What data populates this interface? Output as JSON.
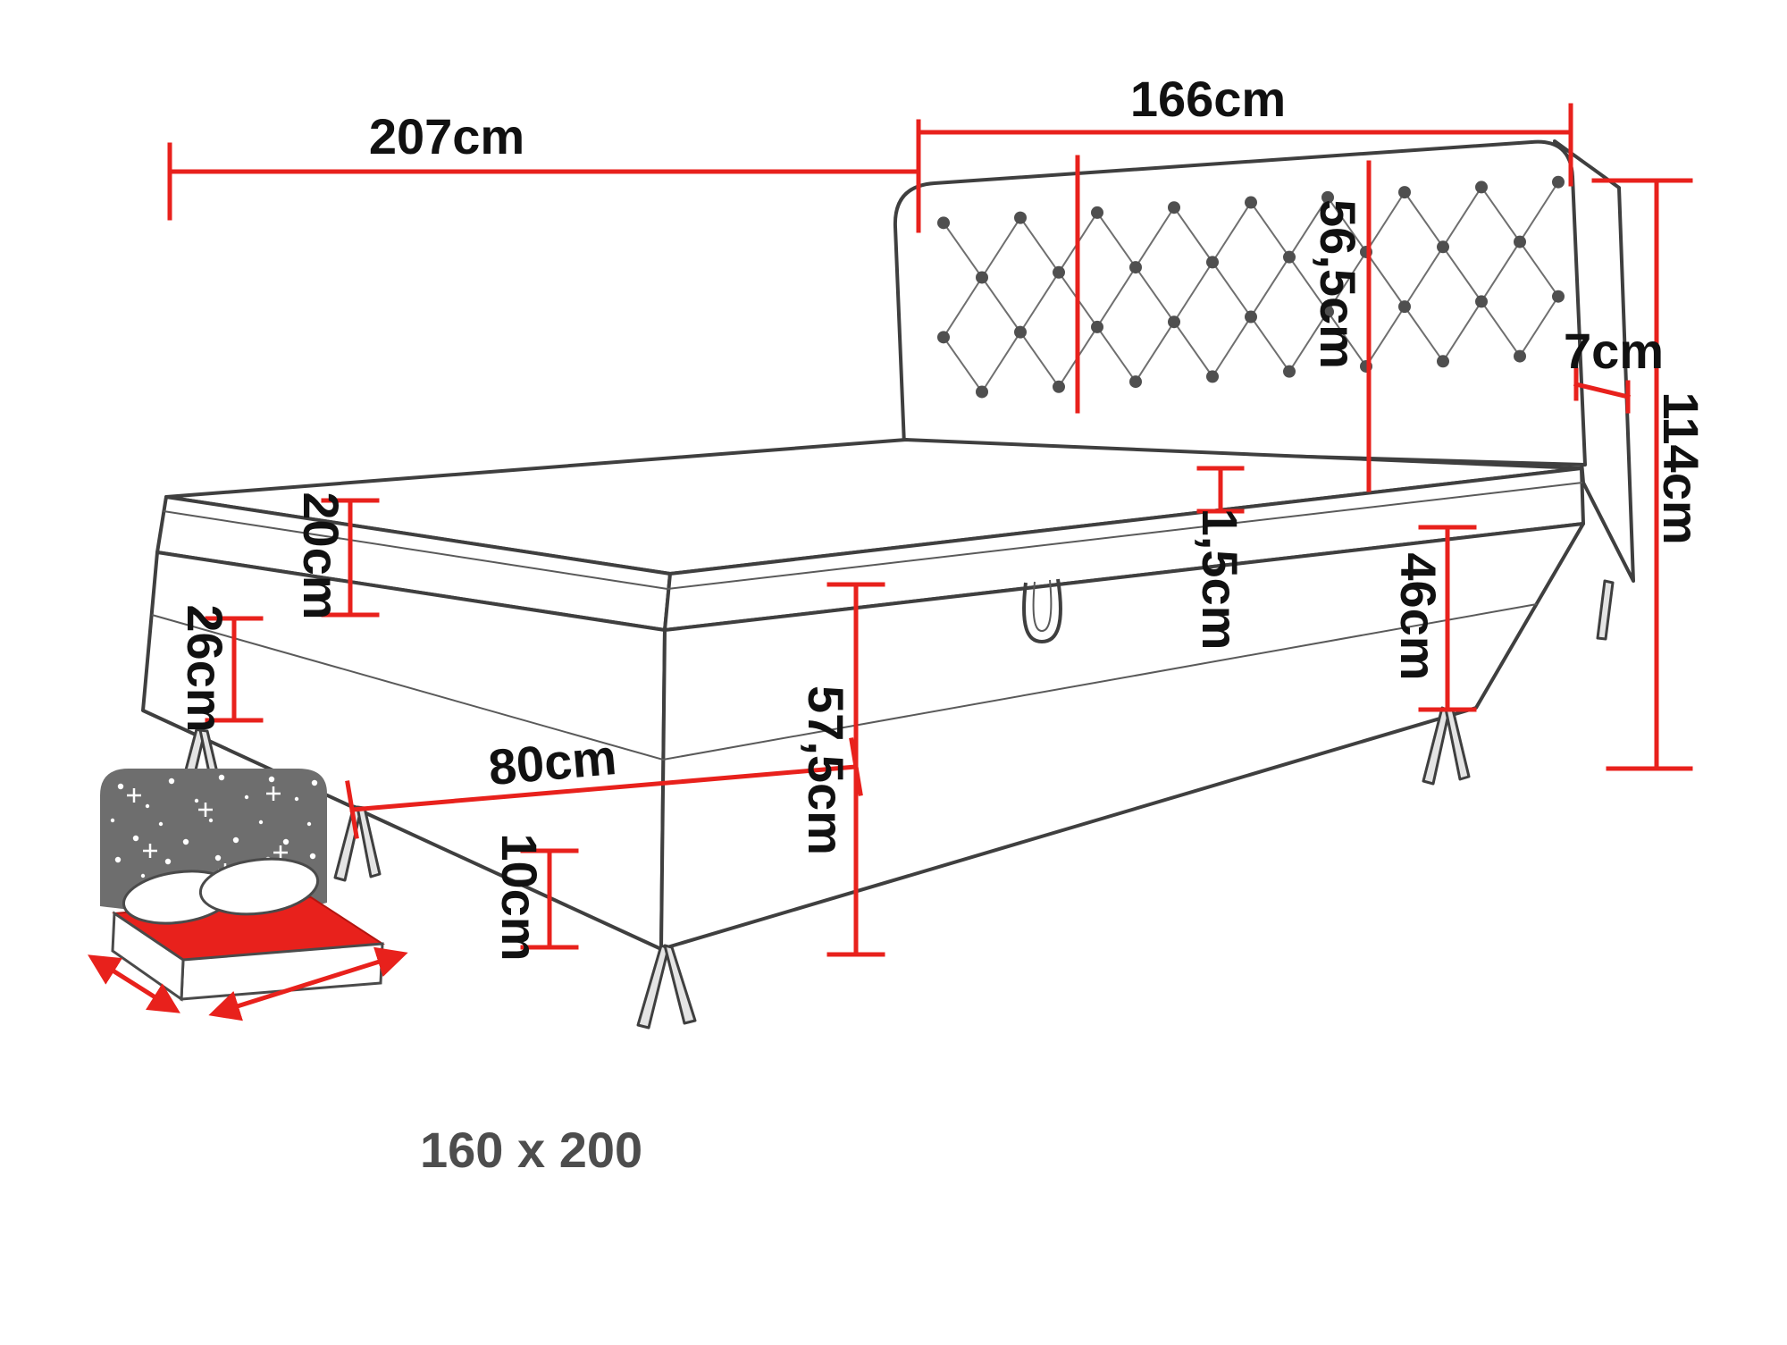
{
  "diagram": {
    "type": "bed-dimension-diagram",
    "unit": "cm",
    "labels": {
      "outer_length": "207cm",
      "outer_width": "166cm",
      "headboard_height": "56,5cm",
      "headboard_thickness": "7cm",
      "total_height": "114cm",
      "mattress_height": "20cm",
      "storage_box_height": "26cm",
      "top_edge": "1,5cm",
      "frame_height": "46cm",
      "storage_opening_length": "80cm",
      "leg_height": "10cm",
      "frame_with_legs_height": "57,5cm"
    },
    "icon": {
      "sleeping_area": "160 x 200"
    },
    "colors": {
      "dimension_red": "#e8211c",
      "outline_gray": "#3f3f3f",
      "label_black": "#111111",
      "icon_headboard_gray": "#6e6e6e",
      "icon_mattress_red": "#e8211c",
      "size_text_gray": "#4d4d4d"
    }
  }
}
